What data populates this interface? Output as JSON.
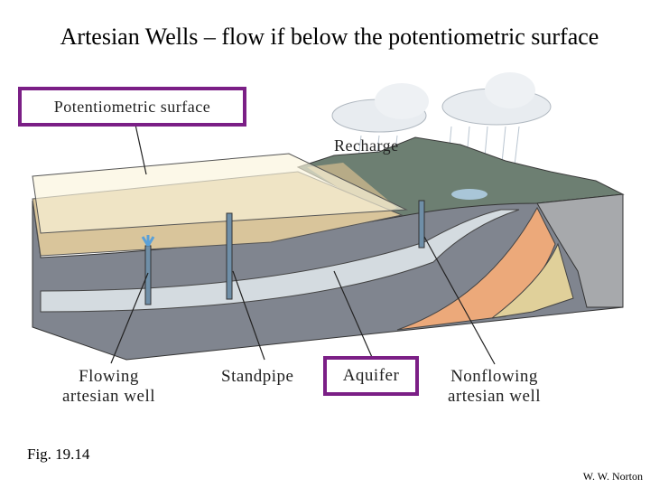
{
  "title": "Artesian Wells – flow if below the potentiometric surface",
  "labels": {
    "potentiometric_surface": "Potentiometric surface",
    "recharge": "Recharge",
    "flowing_well_line1": "Flowing",
    "flowing_well_line2": "artesian well",
    "standpipe": "Standpipe",
    "aquifer": "Aquifer",
    "nonflowing_well_line1": "Nonflowing",
    "nonflowing_well_line2": "artesian well"
  },
  "figure_number": "Fig. 19.14",
  "credit": "W. W. Norton",
  "colors": {
    "highlight_box": "#7b1f86"
  }
}
